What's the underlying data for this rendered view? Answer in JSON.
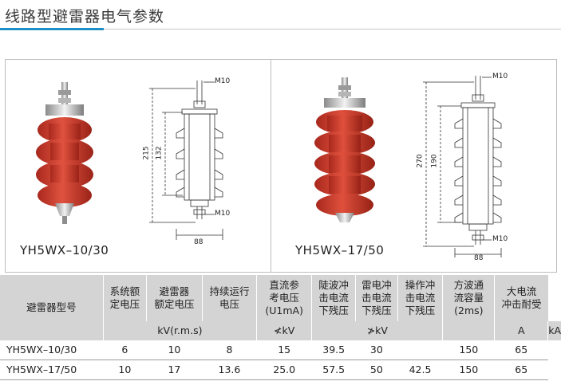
{
  "page": {
    "title": "线路型避雷器电气参数",
    "accent_color": "#1f8fc7"
  },
  "products": [
    {
      "model": "YH5WX–10/30",
      "dims": {
        "bolt_top": "M10",
        "bolt_bottom": "M10",
        "total_height": "215",
        "shed_height": "132",
        "width": "88"
      }
    },
    {
      "model": "YH5WX–17/50",
      "dims": {
        "bolt_top": "M10",
        "bolt_bottom": "M10",
        "total_height": "270",
        "shed_height": "190",
        "width": "88"
      }
    }
  ],
  "table": {
    "model_header": "避雷器型号",
    "headers": [
      [
        "系统额",
        "定电压"
      ],
      [
        "避雷器",
        "额定电压"
      ],
      [
        "持续运行",
        "电压"
      ],
      [
        "直流参",
        "考电压",
        "(U1mA)"
      ],
      [
        "陡波冲",
        "击电流",
        "下残压"
      ],
      [
        "雷电冲",
        "击电流",
        "下残压"
      ],
      [
        "操作冲",
        "击电流",
        "下残压"
      ],
      [
        "方波通",
        "流容量",
        "(2ms)"
      ],
      [
        "大电流",
        "冲击耐受"
      ]
    ],
    "units": [
      "kV(r.m.s)",
      "≮kV",
      "≯kV",
      "A",
      "kA"
    ],
    "rows": [
      [
        "YH5WX–10/30",
        "6",
        "10",
        "8",
        "15",
        "39.5",
        "30",
        "",
        "150",
        "65"
      ],
      [
        "YH5WX–17/50",
        "10",
        "17",
        "13.6",
        "25.0",
        "57.5",
        "50",
        "42.5",
        "150",
        "65"
      ]
    ]
  }
}
